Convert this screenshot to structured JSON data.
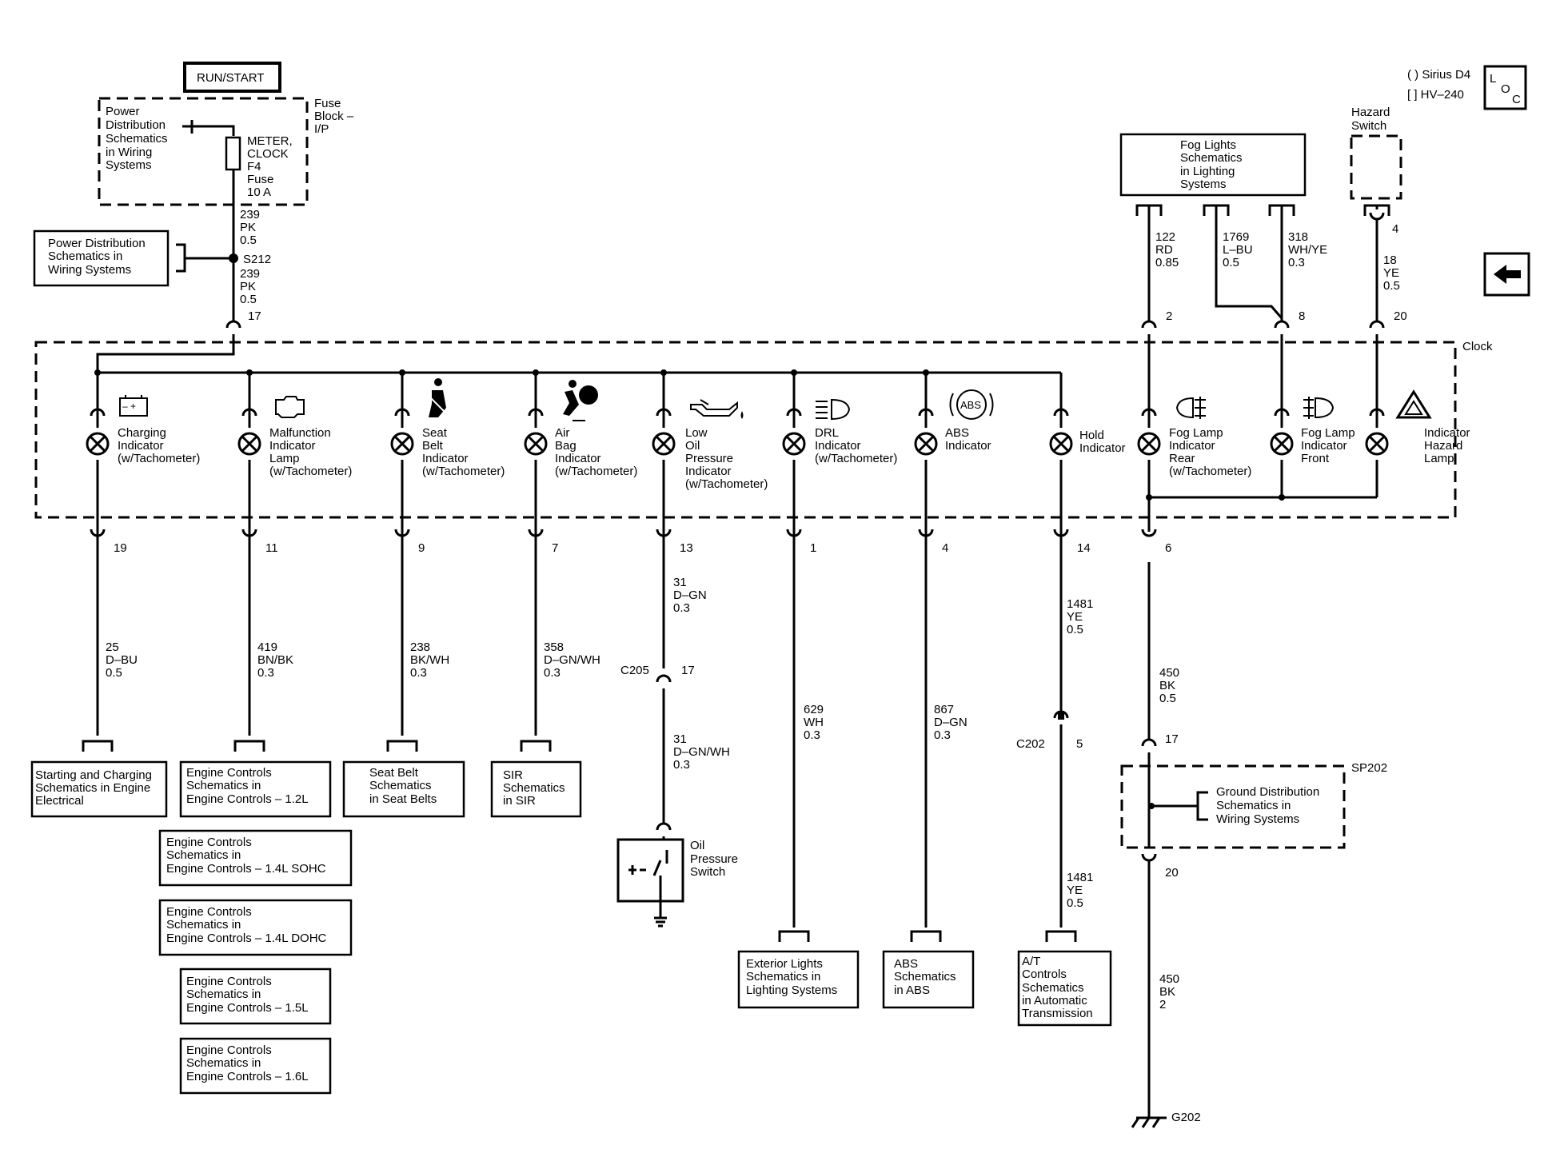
{
  "header": {
    "run_start": "RUN/START"
  },
  "legend": {
    "sirius": "( ) Sirius D4",
    "hv": "[ ] HV–240",
    "loc": [
      "L",
      "O",
      "C"
    ]
  },
  "fuse": {
    "block_label": [
      "Fuse",
      "Block –",
      "I/P"
    ],
    "power_dist": [
      "Power",
      "Distribution",
      "Schematics",
      "in Wiring",
      "Systems"
    ],
    "fuse_label": [
      "METER,",
      "CLOCK",
      "F4",
      "Fuse",
      "10 A"
    ]
  },
  "splice": {
    "power_dist": [
      "Power Distribution",
      "Schematics in",
      "Wiring Systems"
    ],
    "id": "S212",
    "wire_top": [
      "239",
      "PK",
      "0.5"
    ],
    "wire_bottom": [
      "239",
      "PK",
      "0.5"
    ],
    "pin": "17"
  },
  "clock_label": "Clock",
  "indicators": [
    {
      "label": [
        "Charging",
        "Indicator",
        "(w/Tachometer)"
      ],
      "pin": "19",
      "wire": [
        "25",
        "D–BU",
        "0.5"
      ]
    },
    {
      "label": [
        "Malfunction",
        "Indicator",
        "Lamp",
        "(w/Tachometer)"
      ],
      "pin": "11",
      "wire": [
        "419",
        "BN/BK",
        "0.3"
      ]
    },
    {
      "label": [
        "Seat",
        "Belt",
        "Indicator",
        "(w/Tachometer)"
      ],
      "pin": "9",
      "wire": [
        "238",
        "BK/WH",
        "0.3"
      ]
    },
    {
      "label": [
        "Air",
        "Bag",
        "Indicator",
        "(w/Tachometer)"
      ],
      "pin": "7",
      "wire": [
        "358",
        "D–GN/WH",
        "0.3"
      ]
    },
    {
      "label": [
        "Low",
        "Oil",
        "Pressure",
        "Indicator",
        "(w/Tachometer)"
      ],
      "pin": "13",
      "wire": [
        "31",
        "D–GN",
        "0.3"
      ]
    },
    {
      "label": [
        "DRL",
        "Indicator",
        "(w/Tachometer)"
      ],
      "pin": "1",
      "wire": [
        "629",
        "WH",
        "0.3"
      ]
    },
    {
      "label": [
        "ABS",
        "Indicator"
      ],
      "pin": "4",
      "wire": [
        "867",
        "D–GN",
        "0.3"
      ]
    },
    {
      "label": [
        "Hold",
        "Indicator"
      ],
      "pin": "14",
      "wire": [
        "1481",
        "YE",
        "0.5"
      ]
    },
    {
      "label": [
        "Fog Lamp",
        "Indicator",
        "Rear",
        "(w/Tachometer)"
      ],
      "pin": "6",
      "wire": [
        "450",
        "BK",
        "0.5"
      ]
    },
    {
      "label": [
        "Fog Lamp",
        "Indicator",
        "Front"
      ],
      "pin": "",
      "wire": []
    },
    {
      "label": [
        "Indicator",
        "Hazard",
        "Lamp"
      ],
      "pin": "",
      "wire": []
    }
  ],
  "abs_symbol": "ABS",
  "fog": {
    "box": [
      "Fog Lights",
      "Schematics",
      "in Lighting",
      "Systems"
    ],
    "wires": [
      {
        "wire": [
          "122",
          "RD",
          "0.85"
        ],
        "pin": "2"
      },
      {
        "wire": [
          "1769",
          "L–BU",
          "0.5"
        ],
        "pin": ""
      },
      {
        "wire": [
          "318",
          "WH/YE",
          "0.3"
        ],
        "pin": "8"
      }
    ]
  },
  "hazard": {
    "label": [
      "Hazard",
      "Switch"
    ],
    "pin_top": "4",
    "wire": [
      "18",
      "YE",
      "0.5"
    ],
    "pin": "20"
  },
  "oil": {
    "connector": "C205",
    "conn_pin": "17",
    "wire2": [
      "31",
      "D–GN/WH",
      "0.3"
    ],
    "switch_label": [
      "Oil",
      "Pressure",
      "Switch"
    ]
  },
  "hold": {
    "connector": "C202",
    "conn_pin": "5",
    "wire2": [
      "1481",
      "YE",
      "0.5"
    ]
  },
  "ground": {
    "pin17": "17",
    "sp": "SP202",
    "dist": [
      "Ground Distribution",
      "Schematics in",
      "Wiring Systems"
    ],
    "pin20": "20",
    "wire2": [
      "450",
      "BK",
      "2"
    ],
    "g": "G202"
  },
  "dest": {
    "starting": [
      "Starting and Charging",
      "Schematics in Engine",
      "Electrical"
    ],
    "ec12": [
      "Engine Controls",
      "Schematics in",
      "Engine Controls – 1.2L"
    ],
    "ec14s": [
      "Engine Controls",
      "Schematics in",
      "Engine Controls – 1.4L SOHC"
    ],
    "ec14d": [
      "Engine Controls",
      "Schematics in",
      "Engine Controls – 1.4L DOHC"
    ],
    "ec15": [
      "Engine Controls",
      "Schematics in",
      "Engine Controls – 1.5L"
    ],
    "ec16": [
      "Engine Controls",
      "Schematics in",
      "Engine Controls – 1.6L"
    ],
    "seatbelt": [
      "Seat Belt",
      "Schematics",
      "in Seat Belts"
    ],
    "sir": [
      "SIR",
      "Schematics",
      "in SIR"
    ],
    "ext": [
      "Exterior Lights",
      "Schematics in",
      "Lighting Systems"
    ],
    "abs": [
      "ABS",
      "Schematics",
      "in ABS"
    ],
    "at": [
      "A/T",
      "Controls",
      "Schematics",
      "in Automatic",
      "Transmission"
    ]
  },
  "nav": {
    "back_icon": "arrow-left-icon"
  }
}
